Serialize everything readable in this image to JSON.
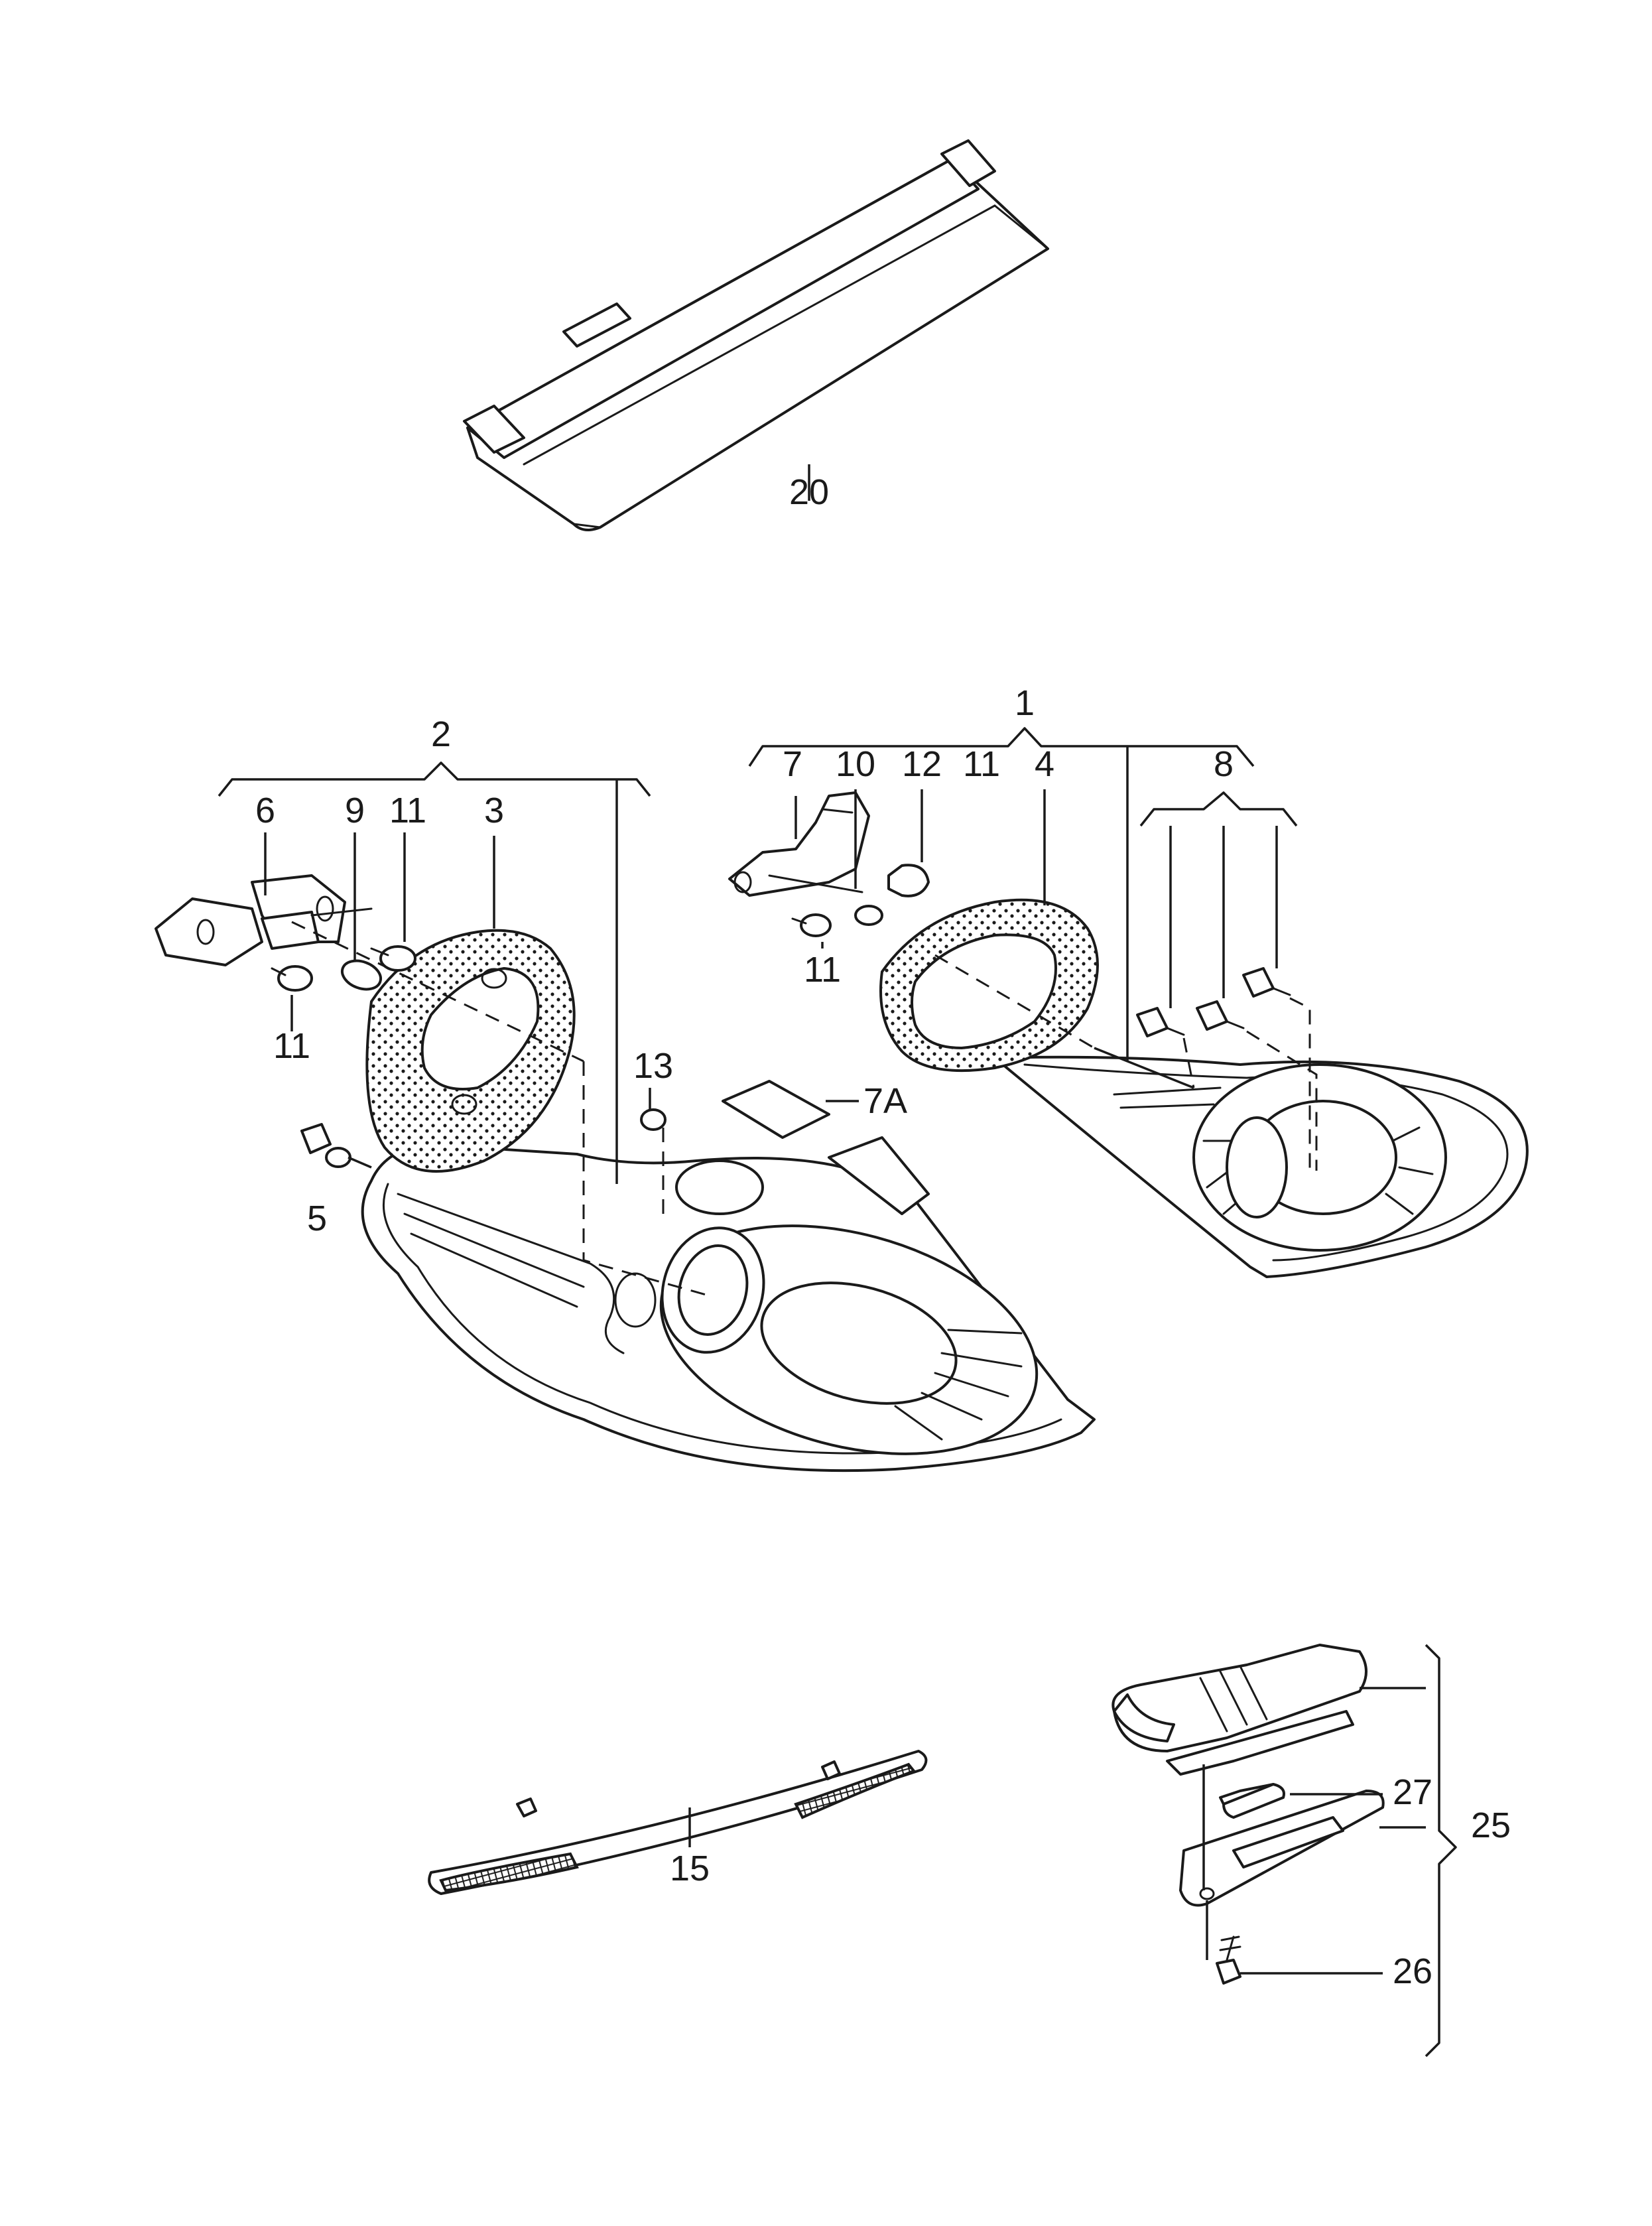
{
  "callouts": {
    "c1": "1",
    "c2": "2",
    "c3": "3",
    "c4": "4",
    "c5": "5",
    "c6": "6",
    "c7": "7",
    "c7a": "7A",
    "c8": "8",
    "c9": "9",
    "c10": "10",
    "c11a": "11",
    "c11b": "11",
    "c11c": "11",
    "c11d": "11",
    "c12": "12",
    "c13": "13",
    "c15": "15",
    "c20": "20",
    "c25": "25",
    "c26": "26",
    "c27": "27"
  }
}
